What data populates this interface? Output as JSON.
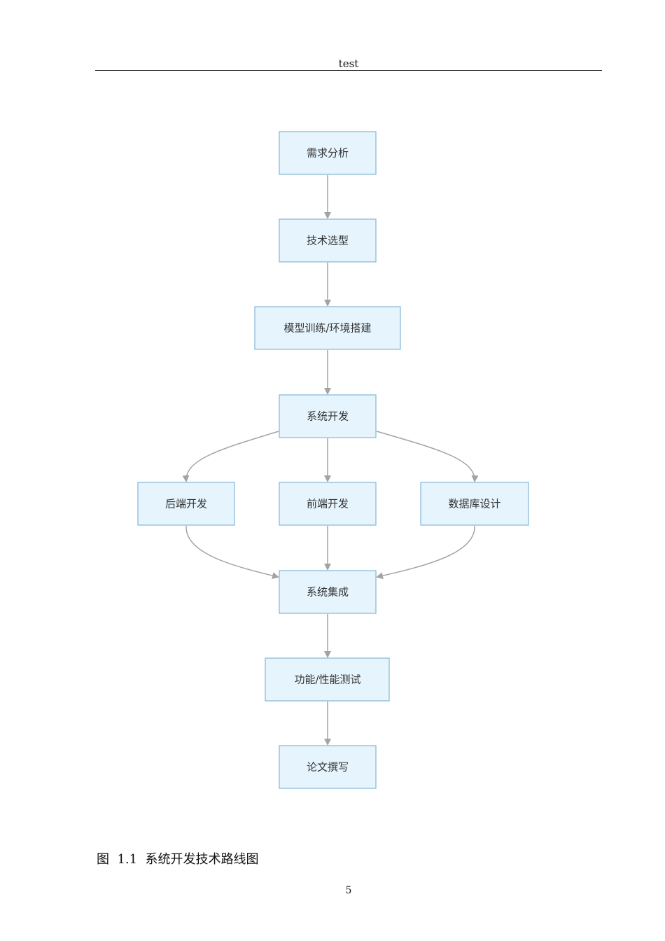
{
  "header": {
    "text": "test"
  },
  "flowchart": {
    "colors": {
      "node_fill": "#e6f4fd",
      "node_border": "#8dbbd9",
      "edge": "#a3a3a3",
      "text": "#333333"
    },
    "nodes": [
      {
        "id": "n1",
        "label": "需求分析"
      },
      {
        "id": "n2",
        "label": "技术选型"
      },
      {
        "id": "n3",
        "label": "模型训练/环境搭建"
      },
      {
        "id": "n4",
        "label": "系统开发"
      },
      {
        "id": "n5",
        "label": "后端开发"
      },
      {
        "id": "n6",
        "label": "前端开发"
      },
      {
        "id": "n7",
        "label": "数据库设计"
      },
      {
        "id": "n8",
        "label": "系统集成"
      },
      {
        "id": "n9",
        "label": "功能/性能测试"
      },
      {
        "id": "n10",
        "label": "论文撰写"
      }
    ],
    "edges": [
      [
        "n1",
        "n2"
      ],
      [
        "n2",
        "n3"
      ],
      [
        "n3",
        "n4"
      ],
      [
        "n4",
        "n5"
      ],
      [
        "n4",
        "n6"
      ],
      [
        "n4",
        "n7"
      ],
      [
        "n5",
        "n8"
      ],
      [
        "n6",
        "n8"
      ],
      [
        "n7",
        "n8"
      ],
      [
        "n8",
        "n9"
      ],
      [
        "n9",
        "n10"
      ]
    ]
  },
  "caption": {
    "label": "图",
    "number": "1.1",
    "title": "系统开发技术路线图"
  },
  "footer": {
    "page_number": "5"
  }
}
